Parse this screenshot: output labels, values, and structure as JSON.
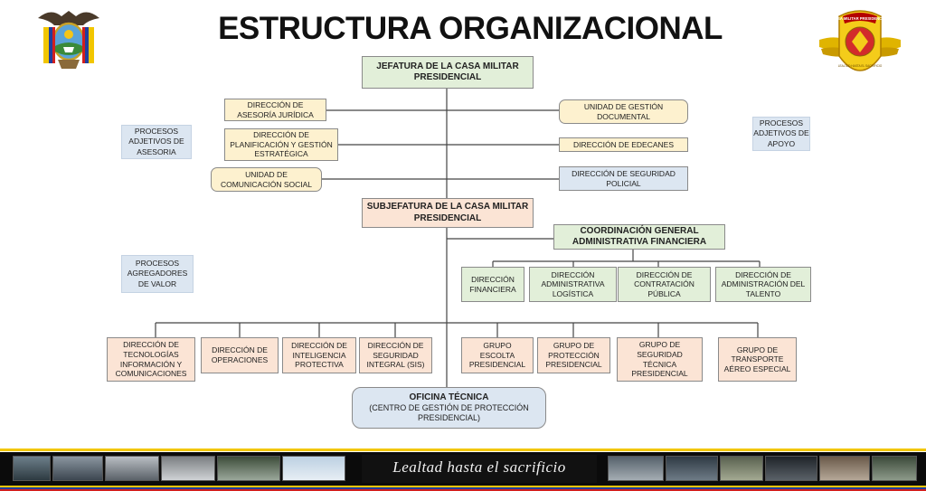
{
  "title": "ESTRUCTURA ORGANIZACIONAL",
  "emblems": {
    "left": "ecuador-coat-of-arms",
    "right": {
      "icon": "casa-militar-presidencial-badge",
      "text_top": "CASA MILITAR PRESIDENCIAL",
      "text_bottom": "LEALTAD HASTA EL SACRIFICIO"
    }
  },
  "side_labels": {
    "asesoria": "PROCESOS ADJETIVOS DE ASESORIA",
    "apoyo": "PROCESOS ADJETIVOS DE APOYO",
    "valor": "PROCESOS AGREGADORES DE VALOR"
  },
  "boxes": {
    "jefatura": "JEFATURA DE LA CASA MILITAR PRESIDENCIAL",
    "asesoria_juridica": "DIRECCIÓN DE ASESORÍA JURÍDICA",
    "planificacion": "DIRECCIÓN DE PLANIFICACIÓN Y GESTIÓN ESTRATÉGICA",
    "comunicacion": "UNIDAD DE COMUNICACIÓN SOCIAL",
    "gestion_documental": "UNIDAD DE GESTIÓN DOCUMENTAL",
    "edecanes": "DIRECCIÓN DE EDECANES",
    "seguridad_policial": "DIRECCIÓN DE SEGURIDAD POLICIAL",
    "subjefatura": "SUBJEFATURA DE LA CASA MILITAR PRESIDENCIAL",
    "coordinacion": "COORDINACIÓN GENERAL ADMINISTRATIVA FINANCIERA",
    "financiera": "DIRECCIÓN FINANCIERA",
    "logistica": "DIRECCIÓN ADMINISTRATIVA LOGÍSTICA",
    "contratacion": "DIRECCIÓN DE CONTRATACIÓN PÚBLICA",
    "talento": "DIRECCIÓN DE ADMINISTRACIÓN DEL TALENTO",
    "tecnologias": "DIRECCIÓN DE TECNOLOGÍAS INFORMACIÓN Y COMUNICACIONES",
    "operaciones": "DIRECCIÓN DE OPERACIONES",
    "inteligencia": "DIRECCIÓN DE INTELIGENCIA PROTECTIVA",
    "seguridad_integral": "DIRECCIÓN DE SEGURIDAD INTEGRAL (SIS)",
    "escolta": "GRUPO ESCOLTA PRESIDENCIAL",
    "proteccion": "GRUPO DE PROTECCIÓN PRESIDENCIAL",
    "seguridad_tecnica": "GRUPO DE SEGURIDAD TÉCNICA PRESIDENCIAL",
    "transporte": "GRUPO DE TRANSPORTE AÉREO ESPECIAL",
    "oficina_tecnica_title": "OFICINA TÉCNICA",
    "oficina_tecnica_sub": "(CENTRO DE GESTIÓN DE PROTECCIÓN PRESIDENCIAL)"
  },
  "footer": {
    "motto": "Lealtad hasta el sacrificio",
    "colors": [
      "#f2c600",
      "#1f3f9e",
      "#d21f1f"
    ]
  }
}
